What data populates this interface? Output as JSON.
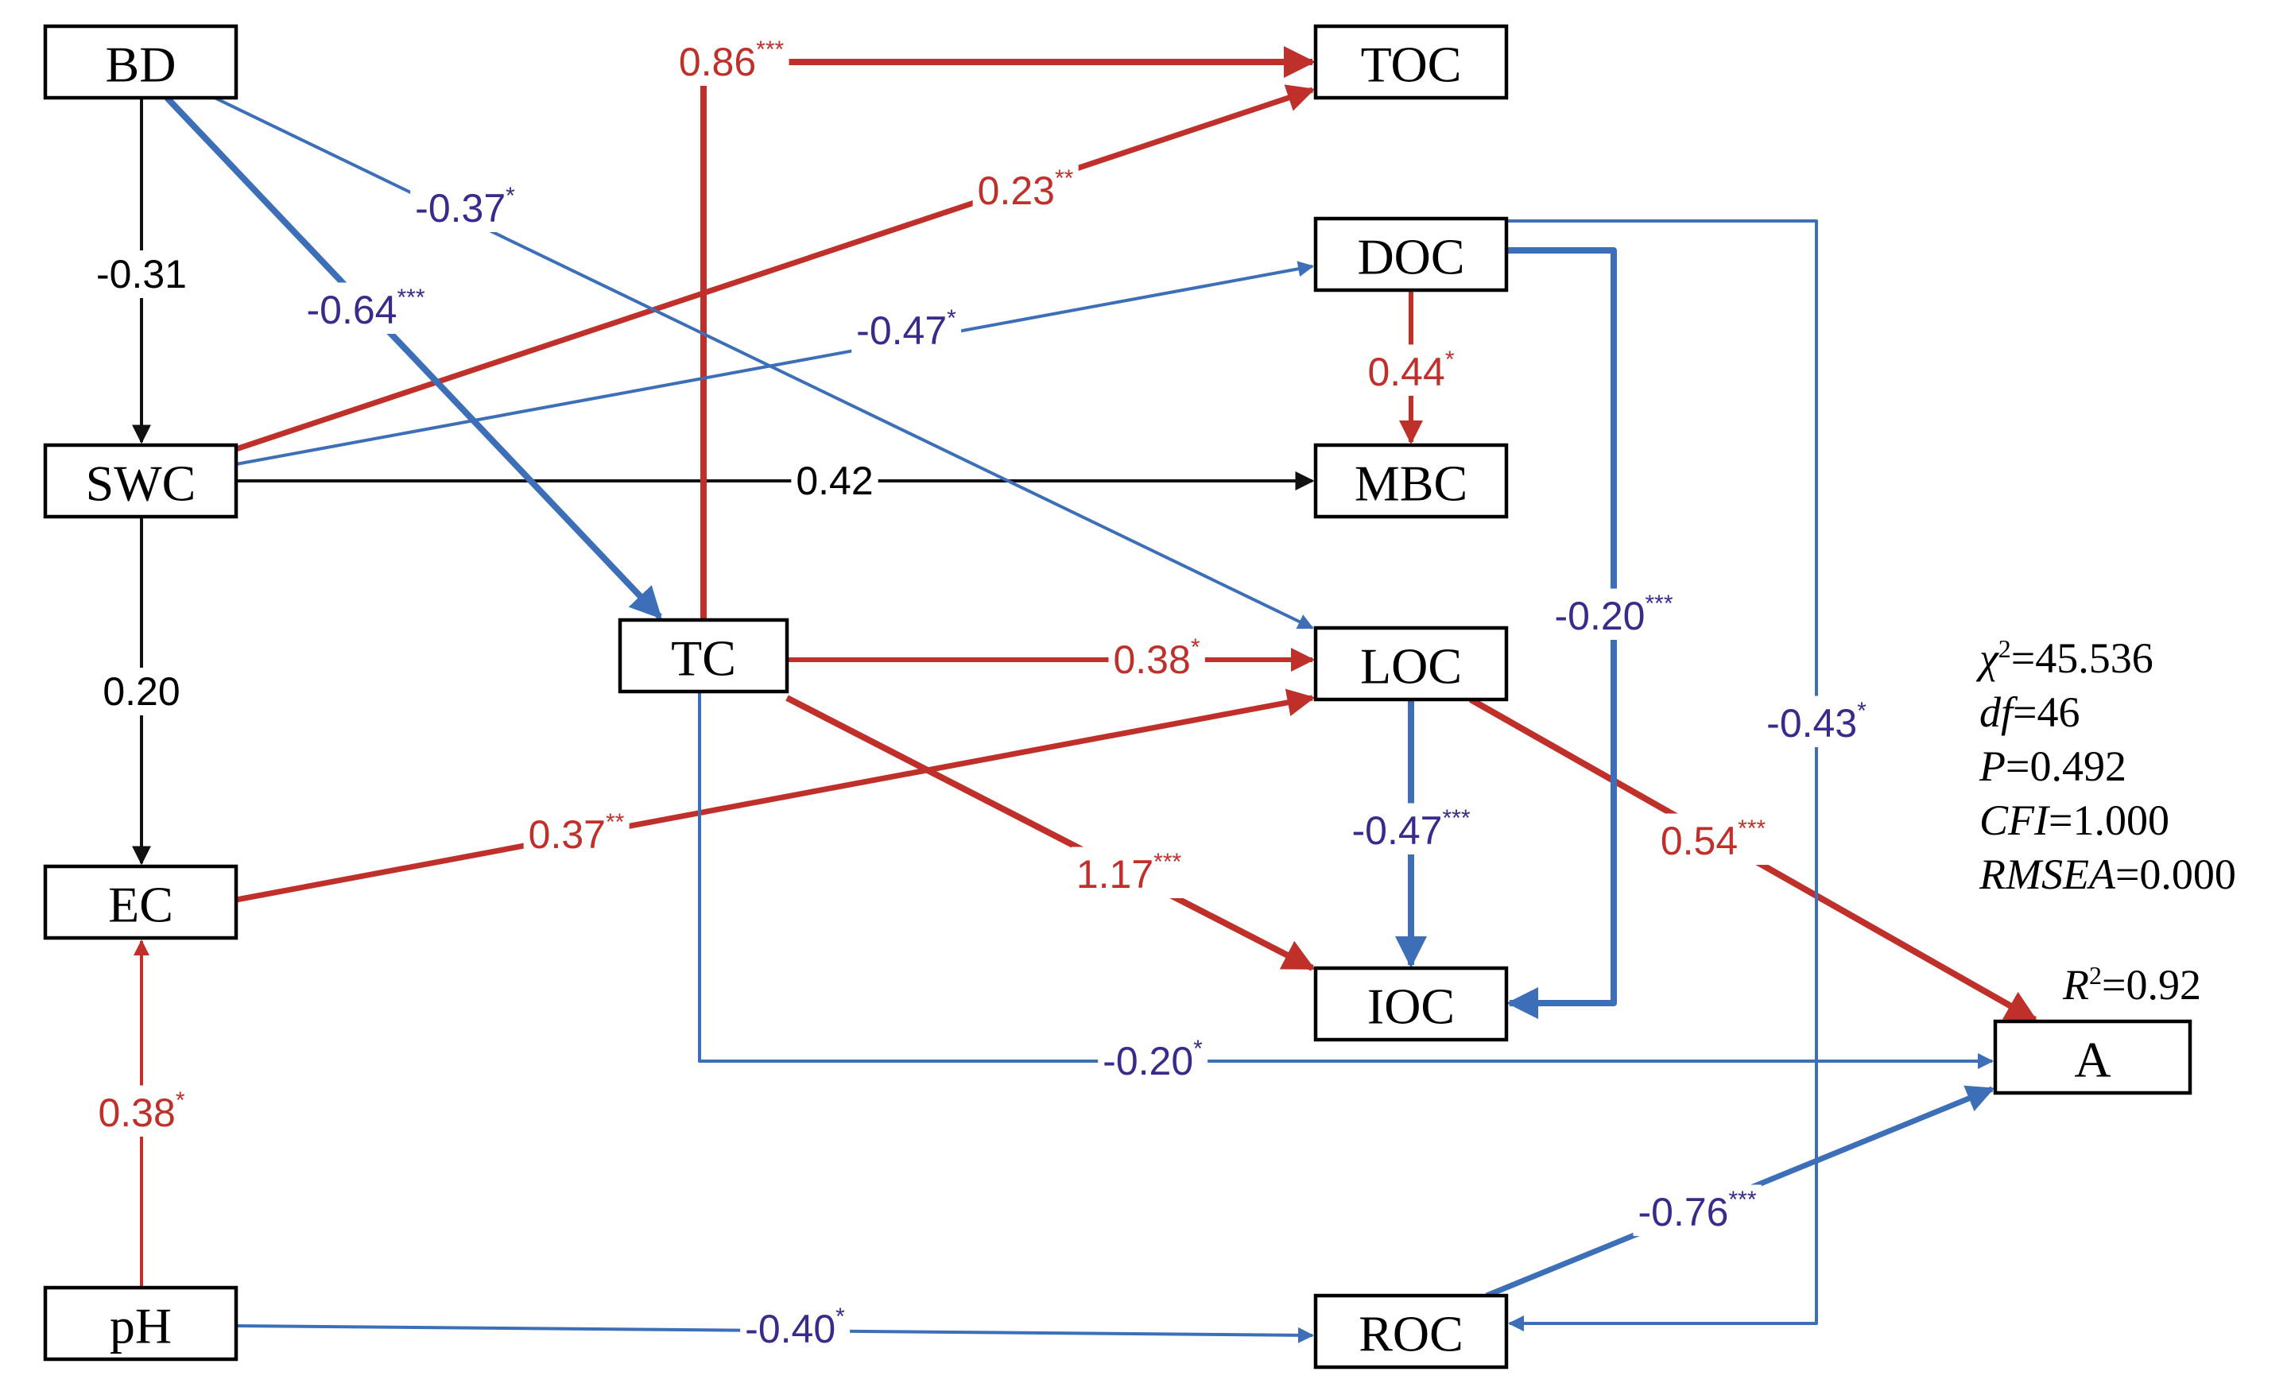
{
  "colors": {
    "positive": "#c0302b",
    "negative": "#3d6fb8",
    "negative_text": "#3b2a8c",
    "neutral": "#111111"
  },
  "nodes": {
    "BD": "BD",
    "SWC": "SWC",
    "EC": "EC",
    "pH": "pH",
    "TC": "TC",
    "TOC": "TOC",
    "DOC": "DOC",
    "MBC": "MBC",
    "LOC": "LOC",
    "IOC": "IOC",
    "ROC": "ROC",
    "A": "A"
  },
  "paths": [
    {
      "from": "BD",
      "to": "SWC",
      "value": "-0.31",
      "sig": "",
      "sign": "neutral"
    },
    {
      "from": "SWC",
      "to": "EC",
      "value": "0.20",
      "sig": "",
      "sign": "neutral"
    },
    {
      "from": "SWC",
      "to": "MBC",
      "value": "0.42",
      "sig": "",
      "sign": "neutral"
    },
    {
      "from": "pH",
      "to": "EC",
      "value": "0.38",
      "sig": "*",
      "sign": "positive"
    },
    {
      "from": "TC",
      "to": "TOC",
      "value": "0.86",
      "sig": "***",
      "sign": "positive"
    },
    {
      "from": "SWC",
      "to": "TOC",
      "value": "0.23",
      "sig": "**",
      "sign": "positive"
    },
    {
      "from": "DOC",
      "to": "MBC",
      "value": "0.44",
      "sig": "*",
      "sign": "positive"
    },
    {
      "from": "TC",
      "to": "LOC",
      "value": "0.38",
      "sig": "*",
      "sign": "positive"
    },
    {
      "from": "EC",
      "to": "LOC",
      "value": "0.37",
      "sig": "**",
      "sign": "positive"
    },
    {
      "from": "TC",
      "to": "IOC",
      "value": "1.17",
      "sig": "***",
      "sign": "positive"
    },
    {
      "from": "LOC",
      "to": "A",
      "value": "0.54",
      "sig": "***",
      "sign": "positive"
    },
    {
      "from": "BD",
      "to": "LOC",
      "value": "-0.37",
      "sig": "*",
      "sign": "negative"
    },
    {
      "from": "BD",
      "to": "TC",
      "value": "-0.64",
      "sig": "***",
      "sign": "negative"
    },
    {
      "from": "SWC",
      "to": "DOC",
      "value": "-0.47",
      "sig": "*",
      "sign": "negative"
    },
    {
      "from": "DOC",
      "to": "IOC",
      "value": "-0.20",
      "sig": "***",
      "sign": "negative"
    },
    {
      "from": "DOC",
      "to": "ROC",
      "value": "-0.43",
      "sig": "*",
      "sign": "negative"
    },
    {
      "from": "LOC",
      "to": "IOC",
      "value": "-0.47",
      "sig": "***",
      "sign": "negative"
    },
    {
      "from": "TC",
      "to": "A",
      "value": "-0.20",
      "sig": "*",
      "sign": "negative"
    },
    {
      "from": "ROC",
      "to": "A",
      "value": "-0.76",
      "sig": "***",
      "sign": "negative"
    },
    {
      "from": "pH",
      "to": "ROC",
      "value": "-0.40",
      "sig": "*",
      "sign": "negative"
    }
  ],
  "fit": {
    "chi2_label": "χ",
    "chi2_sup": "2",
    "chi2_value": "=45.536",
    "df_label": "df",
    "df_value": "=46",
    "p_label": "P",
    "p_value": "=0.492",
    "cfi_label": "CFI",
    "cfi_value": "=1.000",
    "rmsea_label": "RMSEA",
    "rmsea_value": "=0.000"
  },
  "r2": {
    "label": "R",
    "sup": "2",
    "value": "=0.92"
  }
}
